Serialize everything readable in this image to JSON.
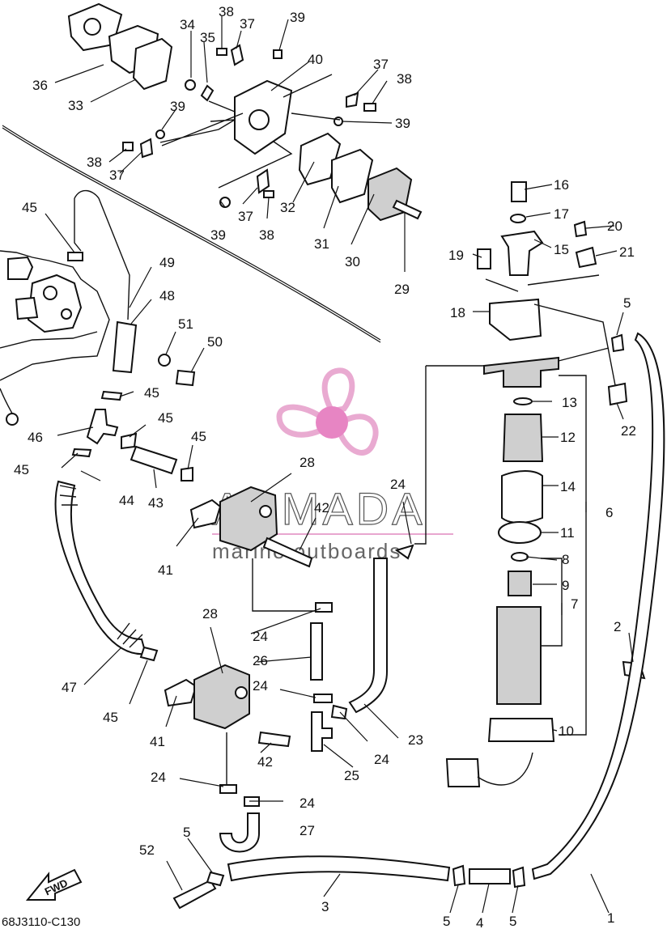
{
  "diagram": {
    "code": "68J3110-C130",
    "fwd_label": "FWD",
    "watermark": {
      "brand": "ARMADA",
      "tagline": "marine outboards",
      "logo_color": "#e8a6cf",
      "logo_center_color": "#e67fc0"
    },
    "callouts": [
      {
        "id": "c1",
        "label": "1"
      },
      {
        "id": "c2",
        "label": "2"
      },
      {
        "id": "c3",
        "label": "3"
      },
      {
        "id": "c4",
        "label": "4"
      },
      {
        "id": "c5a",
        "label": "5"
      },
      {
        "id": "c5b",
        "label": "5"
      },
      {
        "id": "c5c",
        "label": "5"
      },
      {
        "id": "c5d",
        "label": "5"
      },
      {
        "id": "c6",
        "label": "6"
      },
      {
        "id": "c7",
        "label": "7"
      },
      {
        "id": "c8",
        "label": "8"
      },
      {
        "id": "c9",
        "label": "9"
      },
      {
        "id": "c10",
        "label": "10"
      },
      {
        "id": "c11",
        "label": "11"
      },
      {
        "id": "c12",
        "label": "12"
      },
      {
        "id": "c13",
        "label": "13"
      },
      {
        "id": "c14",
        "label": "14"
      },
      {
        "id": "c15",
        "label": "15"
      },
      {
        "id": "c16",
        "label": "16"
      },
      {
        "id": "c17",
        "label": "17"
      },
      {
        "id": "c18",
        "label": "18"
      },
      {
        "id": "c19",
        "label": "19"
      },
      {
        "id": "c20",
        "label": "20"
      },
      {
        "id": "c21",
        "label": "21"
      },
      {
        "id": "c22",
        "label": "22"
      },
      {
        "id": "c23",
        "label": "23"
      },
      {
        "id": "c24a",
        "label": "24"
      },
      {
        "id": "c24b",
        "label": "24"
      },
      {
        "id": "c24c",
        "label": "24"
      },
      {
        "id": "c24d",
        "label": "24"
      },
      {
        "id": "c24e",
        "label": "24"
      },
      {
        "id": "c24f",
        "label": "24"
      },
      {
        "id": "c24g",
        "label": "24"
      },
      {
        "id": "c25",
        "label": "25"
      },
      {
        "id": "c26",
        "label": "26"
      },
      {
        "id": "c27",
        "label": "27"
      },
      {
        "id": "c28a",
        "label": "28"
      },
      {
        "id": "c28b",
        "label": "28"
      },
      {
        "id": "c29",
        "label": "29"
      },
      {
        "id": "c30",
        "label": "30"
      },
      {
        "id": "c31",
        "label": "31"
      },
      {
        "id": "c32",
        "label": "32"
      },
      {
        "id": "c33",
        "label": "33"
      },
      {
        "id": "c34",
        "label": "34"
      },
      {
        "id": "c35",
        "label": "35"
      },
      {
        "id": "c36",
        "label": "36"
      },
      {
        "id": "c37a",
        "label": "37"
      },
      {
        "id": "c37b",
        "label": "37"
      },
      {
        "id": "c37c",
        "label": "37"
      },
      {
        "id": "c37d",
        "label": "37"
      },
      {
        "id": "c38a",
        "label": "38"
      },
      {
        "id": "c38b",
        "label": "38"
      },
      {
        "id": "c38c",
        "label": "38"
      },
      {
        "id": "c38d",
        "label": "38"
      },
      {
        "id": "c39a",
        "label": "39"
      },
      {
        "id": "c39b",
        "label": "39"
      },
      {
        "id": "c39c",
        "label": "39"
      },
      {
        "id": "c39d",
        "label": "39"
      },
      {
        "id": "c40",
        "label": "40"
      },
      {
        "id": "c41a",
        "label": "41"
      },
      {
        "id": "c41b",
        "label": "41"
      },
      {
        "id": "c42a",
        "label": "42"
      },
      {
        "id": "c42b",
        "label": "42"
      },
      {
        "id": "c43",
        "label": "43"
      },
      {
        "id": "c44",
        "label": "44"
      },
      {
        "id": "c45a",
        "label": "45"
      },
      {
        "id": "c45b",
        "label": "45"
      },
      {
        "id": "c45c",
        "label": "45"
      },
      {
        "id": "c45d",
        "label": "45"
      },
      {
        "id": "c45e",
        "label": "45"
      },
      {
        "id": "c45f",
        "label": "45"
      },
      {
        "id": "c46",
        "label": "46"
      },
      {
        "id": "c47",
        "label": "47"
      },
      {
        "id": "c48",
        "label": "48"
      },
      {
        "id": "c49",
        "label": "49"
      },
      {
        "id": "c50",
        "label": "50"
      },
      {
        "id": "c51",
        "label": "51"
      },
      {
        "id": "c52",
        "label": "52"
      }
    ]
  }
}
